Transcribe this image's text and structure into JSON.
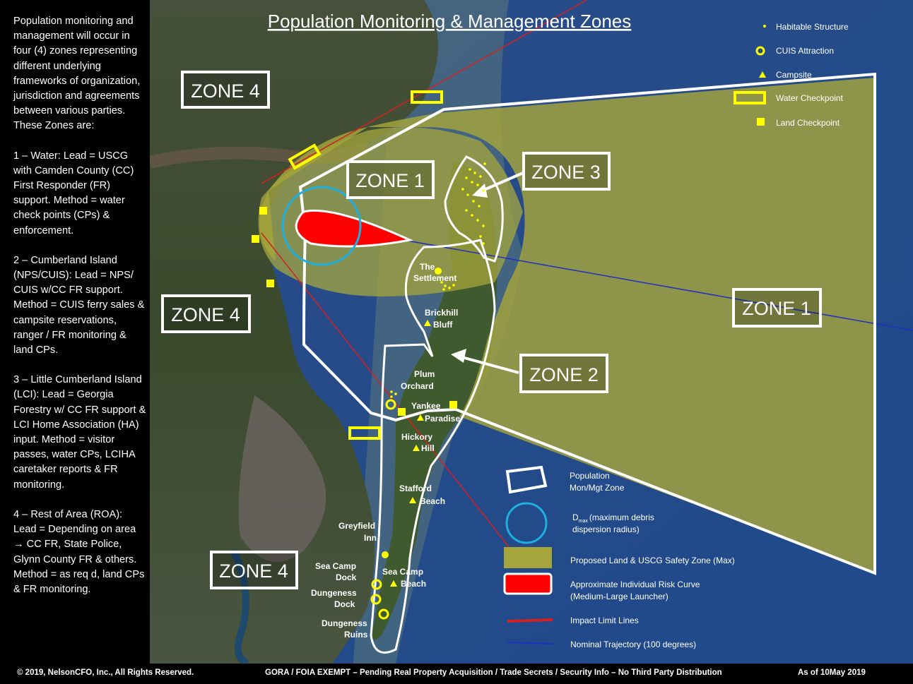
{
  "title": "Population Monitoring & Management Zones",
  "sidebar": {
    "intro": "Population monitoring and management will occur in four (4) zones representing different underlying frameworks of organization, jurisdiction and agreements between various parties.  These Zones are:",
    "zone1": "1 – Water: Lead = USCG with Camden County (CC) First Responder (FR) support. Method = water check points (CPs) & enforcement.",
    "zone2": "2 – Cumberland Island (NPS/CUIS): Lead = NPS/ CUIS w/CC FR support. Method = CUIS ferry sales & campsite reservations, ranger / FR monitoring & land CPs.",
    "zone3": "3 – Little Cumberland Island (LCI): Lead = Georgia Forestry w/ CC FR support & LCI  Home Association (HA) input. Method = visitor passes, water CPs, LCIHA caretaker reports & FR monitoring.",
    "zone4": "4 – Rest of Area (ROA): Lead = Depending on area → CC FR, State Police, Glynn County FR & others. Method = as req d, land CPs & FR monitoring."
  },
  "zones": {
    "z4_top": "ZONE 4",
    "z4_mid": "ZONE 4",
    "z4_bottom": "ZONE 4",
    "z1_left": "ZONE 1",
    "z1_right": "ZONE 1",
    "z3": "ZONE 3",
    "z2": "ZONE 2"
  },
  "places": {
    "the": "The",
    "settlement": "Settlement",
    "brickhill": "Brickhill",
    "bluff": "Bluff",
    "plum": "Plum",
    "orchard": "Orchard",
    "yankee": "Yankee",
    "paradise": "Paradise",
    "hickory": "Hickory",
    "hill": "Hill",
    "stafford": "Stafford",
    "beach_s": "Beach",
    "greyfield": "Greyfield",
    "inn": "Inn",
    "seacamp_dock1": "Sea Camp",
    "seacamp_dock2": "Dock",
    "seacamp_beach1": "Sea Camp",
    "seacamp_beach2": "Beach",
    "dungeness_dock1": "Dungeness",
    "dungeness_dock2": "Dock",
    "dungeness_ruins1": "Dungeness",
    "dungeness_ruins2": "Ruins"
  },
  "legend_top": {
    "habitable": "Habitable Structure",
    "cuis": "CUIS Attraction",
    "campsite": "Campsite",
    "water_cp": "Water Checkpoint",
    "land_cp": "Land Checkpoint"
  },
  "legend_bottom": {
    "pop_zone_1": "Population",
    "pop_zone_2": "Mon/Mgt Zone",
    "dmax_1": "(maximum debris",
    "dmax_2": "dispersion radius)",
    "dmax_sym": "D",
    "dmax_sub": "max",
    "safety": "Proposed Land & USCG Safety Zone (Max)",
    "risk_1": "Approximate Individual Risk Curve",
    "risk_2": "(Medium-Large Launcher)",
    "impact": "Impact Limit Lines",
    "trajectory": "Nominal Trajectory (100 degrees)"
  },
  "footer": {
    "copyright": "© 2019, NelsonCFO, Inc., All Rights Reserved.",
    "notice": "GORA / FOIA EXEMPT – Pending Real Property Acquisition / Trade Secrets / Security Info – No Third Party Distribution",
    "date": "As of 10May 2019"
  },
  "colors": {
    "ocean": "#2a4f86",
    "land": "#3c4a2c",
    "safety_zone": "#a3a43a",
    "risk_curve": "#ff0000",
    "dmax_circle": "#1eaee0",
    "impact_line": "#d42020",
    "trajectory_line": "#2030c0",
    "marker": "#ffff00"
  }
}
